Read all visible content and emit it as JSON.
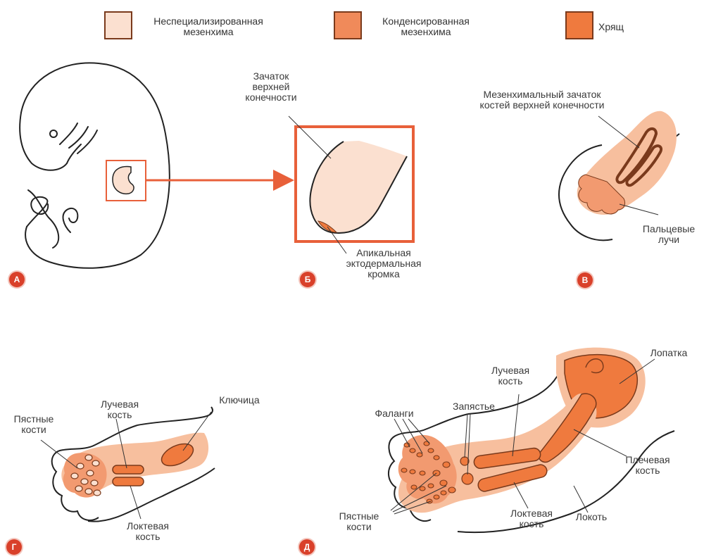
{
  "colors": {
    "unspecialized": "#fbe0d0",
    "condensed": "#f08a5a",
    "cartilage": "#ef7a3e",
    "outline": "#7a3a1c",
    "arrow": "#e8603a",
    "badge": "#d9402a"
  },
  "legend": [
    {
      "label_l1": "Неспециализированная",
      "label_l2": "мезенхима",
      "swatch": "unspecialized"
    },
    {
      "label_l1": "Конденсированная",
      "label_l2": "мезенхима",
      "swatch": "condensed"
    },
    {
      "label_l1": "Хрящ",
      "label_l2": "",
      "swatch": "cartilage"
    }
  ],
  "panels": {
    "a": {
      "badge": "А"
    },
    "b": {
      "badge": "Б",
      "bud_l1": "Зачаток",
      "bud_l2": "верхней",
      "bud_l3": "конечности",
      "aer_l1": "Апикальная",
      "aer_l2": "эктодермальная",
      "aer_l3": "кромка"
    },
    "v": {
      "badge": "В",
      "mes_l1": "Мезенхимальный зачаток",
      "mes_l2": "костей верхней конечности",
      "rays_l1": "Пальцевые",
      "rays_l2": "лучи"
    },
    "g": {
      "badge": "Г",
      "meta_l1": "Пястные",
      "meta_l2": "кости",
      "radius_l1": "Лучевая",
      "radius_l2": "кость",
      "clavicle": "Ключица",
      "ulna_l1": "Локтевая",
      "ulna_l2": "кость"
    },
    "d": {
      "badge": "Д",
      "scapula": "Лопатка",
      "radius_l1": "Лучевая",
      "radius_l2": "кость",
      "phalanges": "Фаланги",
      "carpus": "Запястье",
      "humerus_l1": "Плечевая",
      "humerus_l2": "кость",
      "meta_l1": "Пястные",
      "meta_l2": "кости",
      "ulna_l1": "Локтевая",
      "ulna_l2": "кость",
      "elbow": "Локоть"
    }
  }
}
